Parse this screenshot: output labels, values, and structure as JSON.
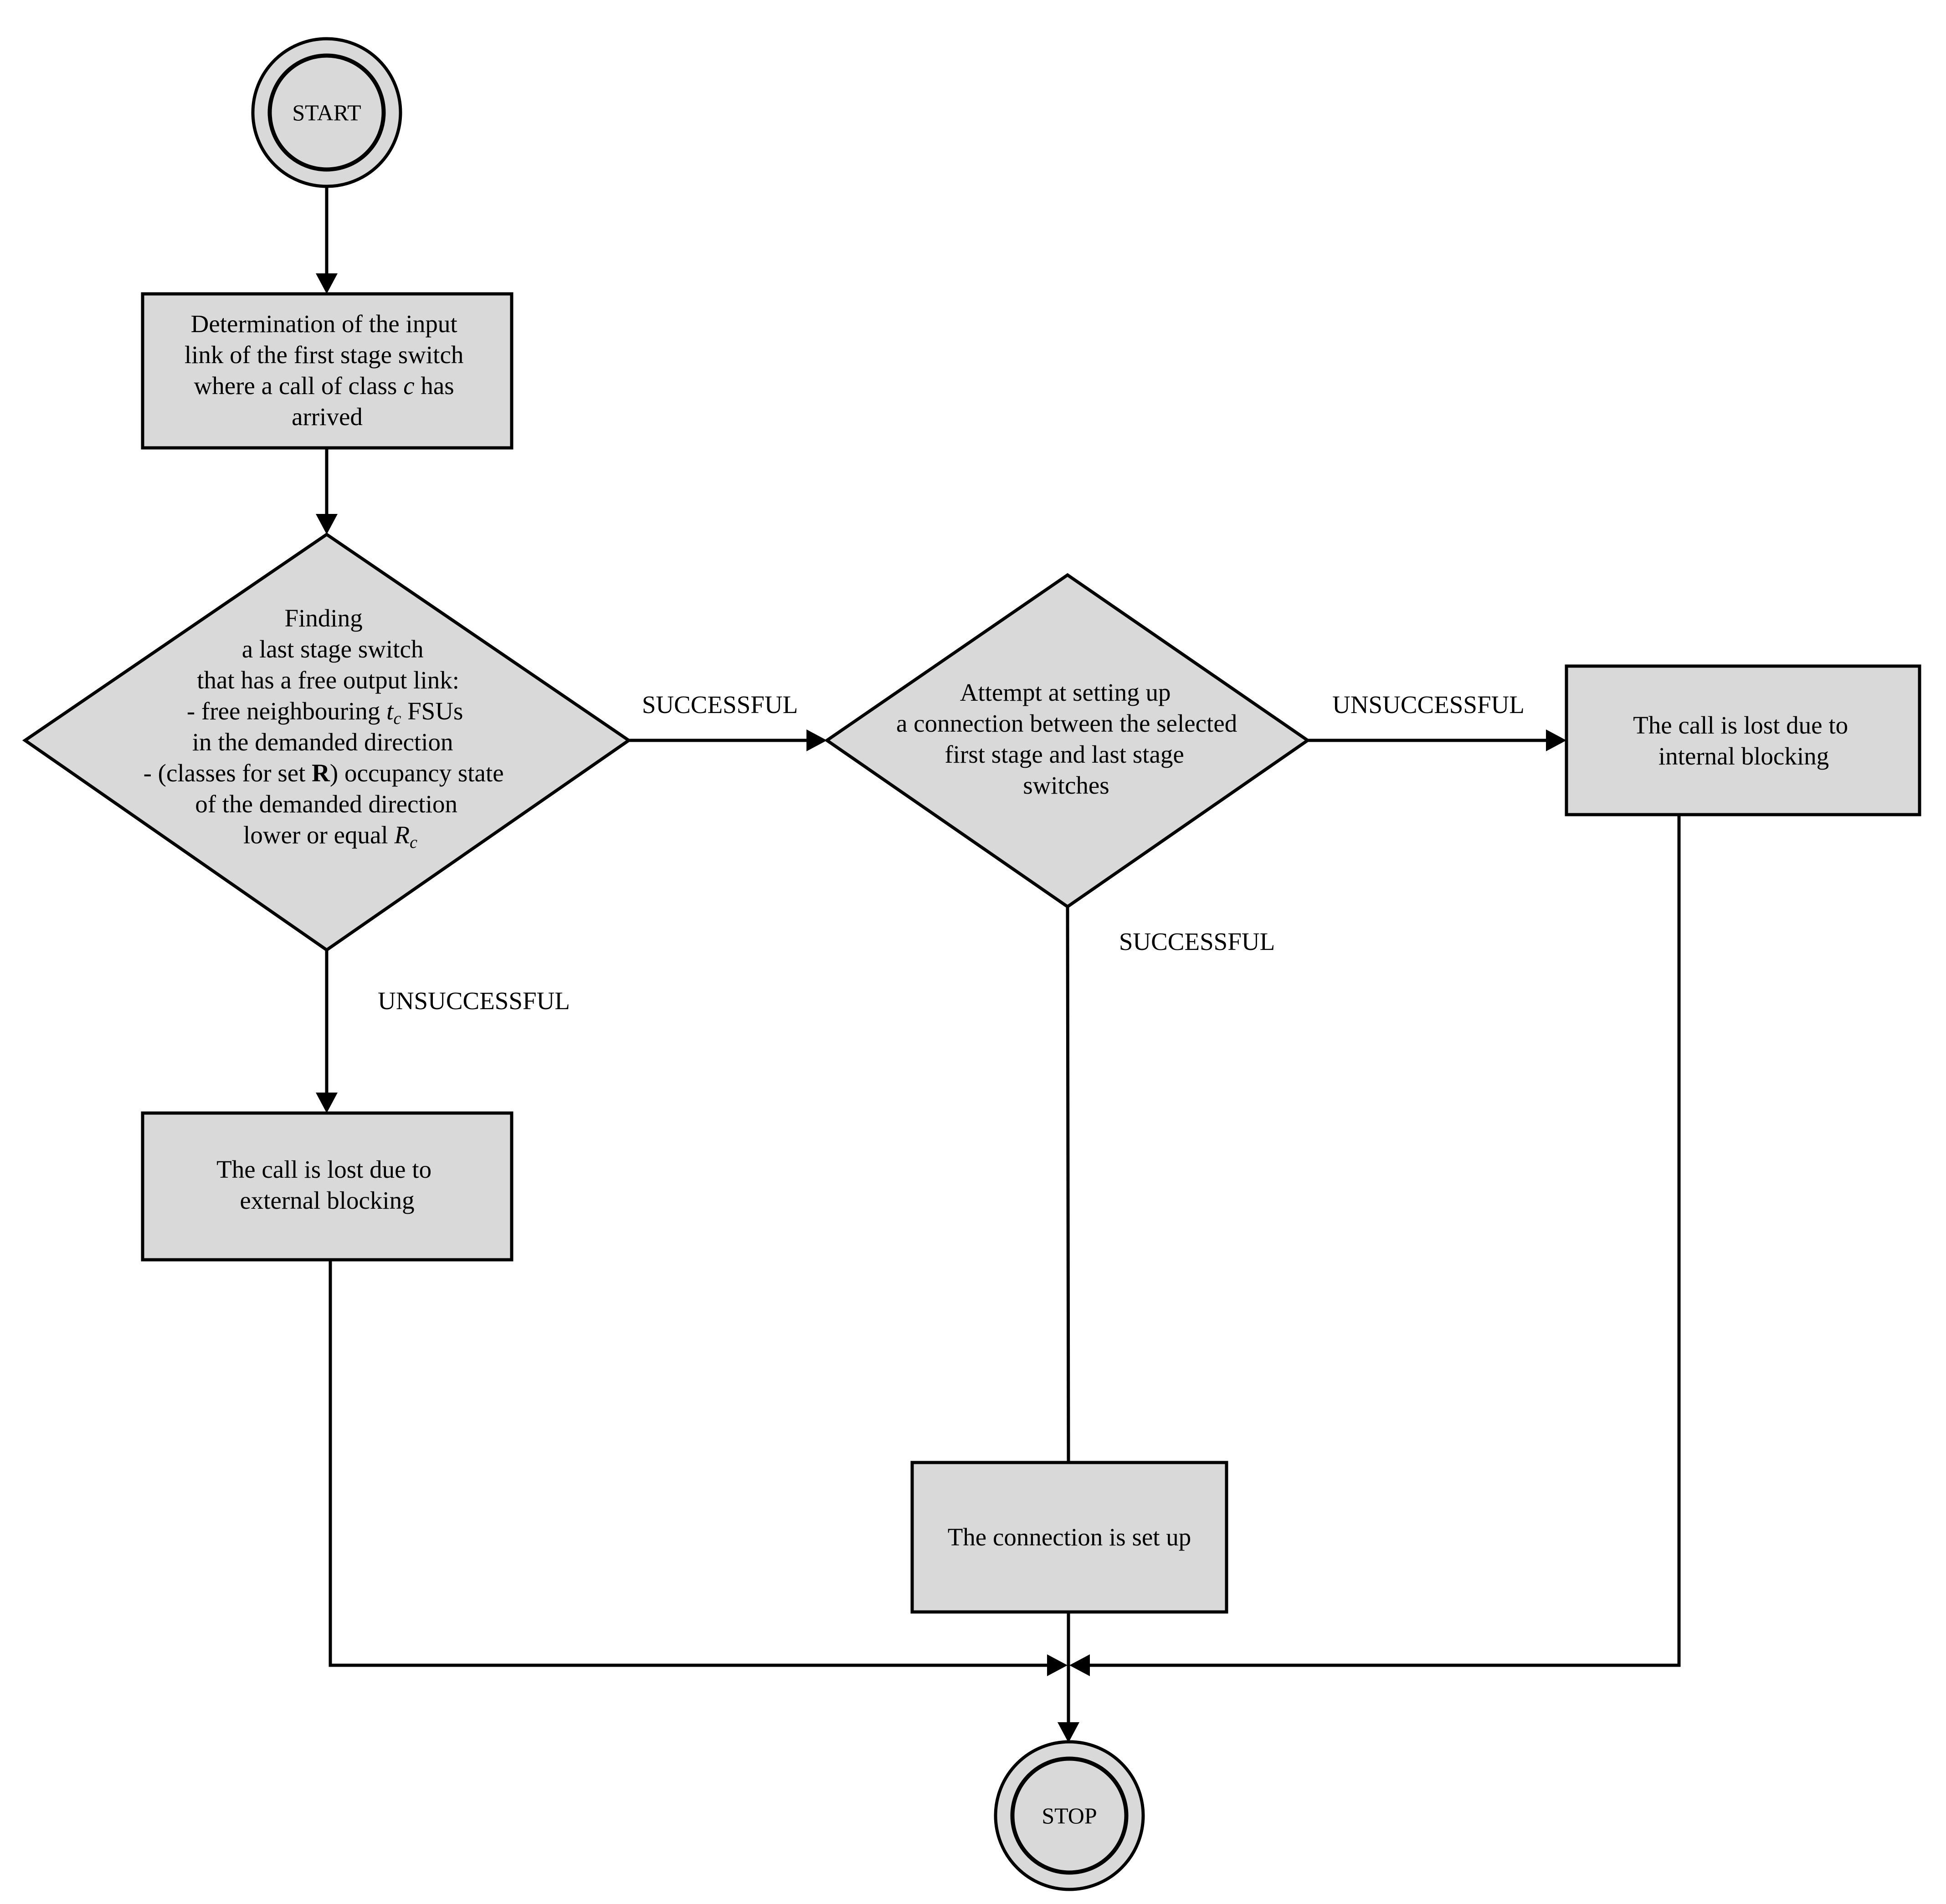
{
  "nodes": {
    "start": {
      "label": "START"
    },
    "determine_link": {
      "line1": "Determination of the input",
      "line2": "link of the first stage switch",
      "line3_pre": "where a call of class ",
      "line3_var": "c",
      "line3_post": " has",
      "line4": "arrived"
    },
    "find_switch": {
      "line1": "Finding",
      "line2": "a last stage switch",
      "line3": "that has a free output link:",
      "line4_pre": "- free neighbouring ",
      "line4_var": "t",
      "line4_sub": "c",
      "line4_post": " FSUs",
      "line5": "in the demanded  direction",
      "line6_pre": "- (classes for set ",
      "line6_bold": "R",
      "line6_post": ") occupancy state",
      "line7": "of the demanded direction",
      "line8_pre": "lower or equal ",
      "line8_var": "R",
      "line8_sub": "c"
    },
    "attempt_connection": {
      "line1": "Attempt at setting up",
      "line2": "a connection between the selected",
      "line3": "first stage and last stage",
      "line4": "switches"
    },
    "internal_blocking": {
      "line1": "The call is lost due to",
      "line2": "internal blocking"
    },
    "external_blocking": {
      "line1": "The call is lost due to",
      "line2": "external blocking"
    },
    "connection_set_up": {
      "line1": "The connection is set up"
    },
    "stop": {
      "label": "STOP"
    }
  },
  "edges": {
    "find_success": "SUCCESSFUL",
    "find_fail": "UNSUCCESSFUL",
    "attempt_success": "SUCCESSFUL",
    "attempt_fail": "UNSUCCESSFUL"
  },
  "colors": {
    "shape_fill": "#d9d9d9",
    "stroke": "#000000",
    "background": "#ffffff"
  }
}
